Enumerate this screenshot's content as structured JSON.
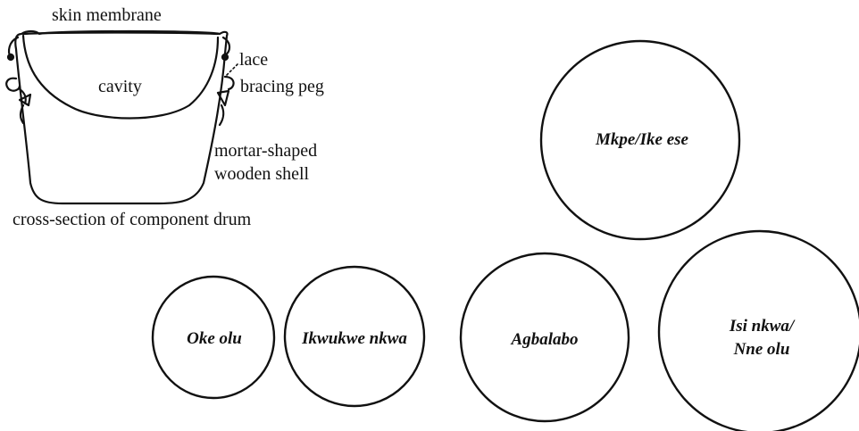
{
  "component_drum": {
    "labels": {
      "skin_membrane": "skin membrane",
      "lace": "lace",
      "cavity": "cavity",
      "bracing_peg": "bracing peg",
      "shell_line1": "mortar-shaped",
      "shell_line2": "wooden shell",
      "caption": "cross-section of component drum"
    }
  },
  "drums": [
    {
      "id": "mkpe",
      "lines": [
        "Mkpe/Ike ese"
      ]
    },
    {
      "id": "oke",
      "lines": [
        "Oke olu"
      ]
    },
    {
      "id": "ikwukwe",
      "lines": [
        "Ikwukwe nkwa"
      ]
    },
    {
      "id": "agbalabo",
      "lines": [
        "Agbalabo"
      ]
    },
    {
      "id": "isi",
      "lines": [
        "Isi nkwa/",
        "Nne olu"
      ]
    }
  ],
  "colors": {
    "ink": "#111111",
    "background": "#ffffff"
  }
}
